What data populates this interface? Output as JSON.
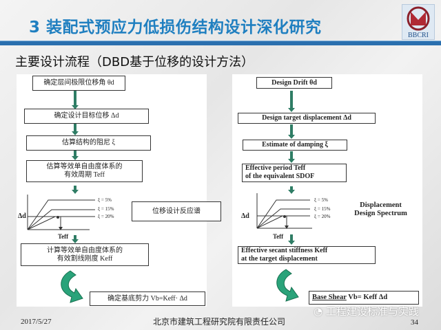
{
  "header": {
    "title": "3  装配式预应力低损伤结构设计深化研究",
    "logo_text": "BBCRI"
  },
  "subtitle": "主要设计流程（DBD基于位移的设计方法）",
  "left_flow": {
    "step1": "确定层间极限位移角 θd",
    "step2": "确定设计目标位移 Δd",
    "step3": "估算结构的阻尼 ξ",
    "step4a": "估算等效单自由度体系的",
    "step4b": "有效周期 Teff",
    "spectrum_box": "位移设计反应谱",
    "step5a": "计算等效单自由度体系的",
    "step5b": "有效割线刚度 Keff",
    "step6": "确定基底剪力 Vb=Keff· Δd"
  },
  "right_flow": {
    "step1": "Design Drift  θd",
    "step2": "Design target displacement   Δd",
    "step3": "Estimate of damping   ξ",
    "step4a": "Effective period   Teff",
    "step4b": "of the equivalent SDOF",
    "spectrum_a": "Displacement",
    "spectrum_b": "Design Spectrum",
    "step5a": "Effective secant stiffness   Keff",
    "step5b": "at the target displacement",
    "step6_underlined": "Base Shear",
    "step6_rest": " Vb= Keff Δd"
  },
  "graph": {
    "y_label": "Δd",
    "x_label": "Teff",
    "curves": [
      "ξ = 5%",
      "ξ = 15%",
      "ξ = 20%"
    ]
  },
  "footer": {
    "date": "2017/5/27",
    "company": "北京市建筑工程研究院有限责任公司",
    "page": "34",
    "watermark": "工程建设标准与实践"
  }
}
